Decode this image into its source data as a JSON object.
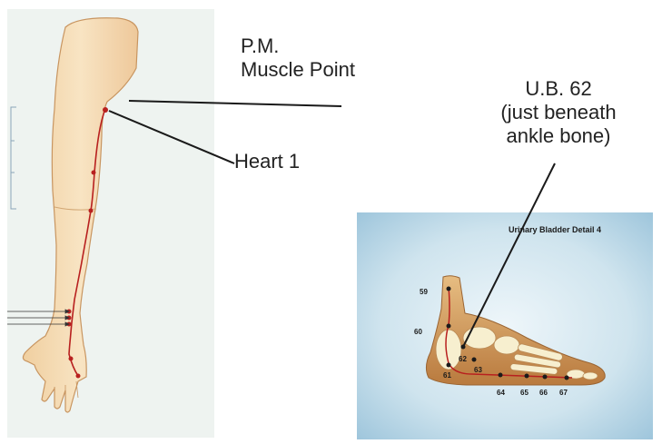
{
  "labels": {
    "pm_line1": "P.M.",
    "pm_line2": "Muscle Point",
    "heart": "Heart 1",
    "ub_line1": "U.B. 62",
    "ub_line2": "(just beneath",
    "ub_line3": "ankle bone)"
  },
  "foot_panel": {
    "title": "Urinary Bladder Detail 4",
    "points": [
      "59",
      "60",
      "61",
      "62",
      "63",
      "64",
      "65",
      "66",
      "67"
    ]
  },
  "colors": {
    "meridian": "#b8201f",
    "arm_panel_bg": "#eef3f0",
    "foot_panel_bg": "#cfe4ee",
    "skin": "#f5dcb2",
    "skin_outline": "#c89560",
    "foot_skin": "#d9a86a",
    "bone": "#f7efcf",
    "leader_line": "#1a1a1a"
  }
}
